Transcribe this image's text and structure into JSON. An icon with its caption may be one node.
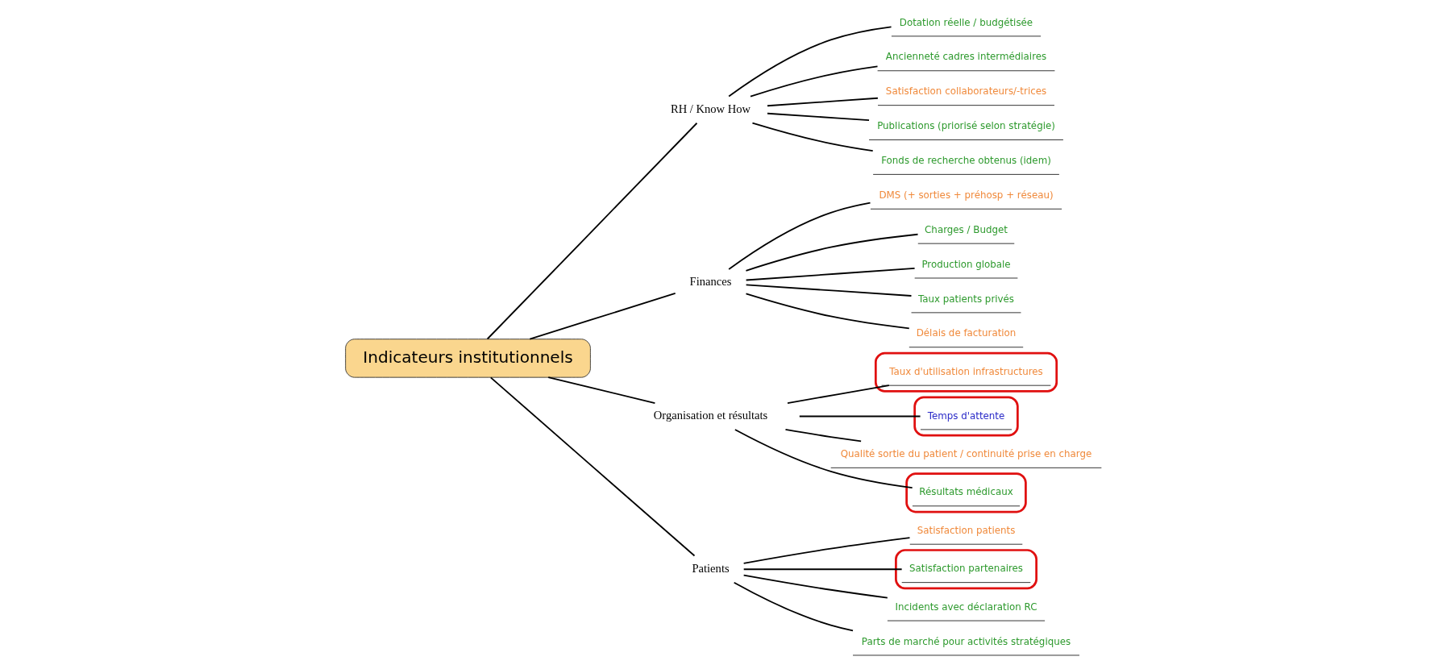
{
  "diagram": {
    "nodes": [
      {
        "text": [
          "Indicateurs institutionnels"
        ]
      },
      {
        "text": [
          "RH / Know How"
        ]
      },
      {
        "text": [
          "Dotation réelle / budgétisée"
        ]
      },
      {
        "text": [
          "Ancienneté cadres intermédiaires"
        ]
      },
      {
        "text": [
          "Satisfaction collaborateurs/-trices"
        ]
      },
      {
        "text": [
          "Publications (priorisé selon stratégie)"
        ]
      },
      {
        "text": [
          "Fonds de recherche obtenus (idem)"
        ]
      },
      {
        "text": [
          "Finances"
        ]
      },
      {
        "text": [
          "DMS (+ sorties + préhosp + réseau)"
        ]
      },
      {
        "text": [
          "Charges / Budget"
        ]
      },
      {
        "text": [
          "Production globale"
        ]
      },
      {
        "text": [
          "Taux patients privés"
        ]
      },
      {
        "text": [
          "Délais de facturation"
        ]
      },
      {
        "text": [
          "Organisation et résultats"
        ]
      },
      {
        "text": [],
        "shape": "box"
      },
      {
        "text": [
          "Taux d'utilisation infrastructures"
        ],
        "in": 14
      },
      {
        "text": [],
        "shape": "box"
      },
      {
        "text": [
          "Temps d'attente"
        ],
        "in": 16
      },
      {
        "text": [
          "Qualité sortie du patient / continuité prise en charge"
        ]
      },
      {
        "text": [],
        "shape": "box"
      },
      {
        "text": [
          "Résultats médicaux"
        ],
        "in": 19
      },
      {
        "text": [
          "Patients"
        ]
      },
      {
        "text": [
          "Satisfaction patients"
        ]
      },
      {
        "text": [],
        "shape": "box"
      },
      {
        "text": [
          "Satisfaction partenaires"
        ],
        "in": 23
      },
      {
        "text": [
          "Incidents avec déclaration RC"
        ]
      },
      {
        "text": [
          "Parts de marché pour activités stratégiques"
        ]
      }
    ],
    "edges": [
      {
        "from": 0,
        "to": 1,
        "arrow": "none"
      },
      {
        "from": 1,
        "to": 2,
        "arrow": "none"
      },
      {
        "from": 1,
        "to": 3,
        "arrow": "none"
      },
      {
        "from": 1,
        "to": 4,
        "arrow": "none"
      },
      {
        "from": 1,
        "to": 5,
        "arrow": "none"
      },
      {
        "from": 1,
        "to": 6,
        "arrow": "none"
      },
      {
        "from": 0,
        "to": 7,
        "arrow": "none"
      },
      {
        "from": 7,
        "to": 8,
        "arrow": "none"
      },
      {
        "from": 7,
        "to": 9,
        "arrow": "none"
      },
      {
        "from": 7,
        "to": 10,
        "arrow": "none"
      },
      {
        "from": 7,
        "to": 11,
        "arrow": "none"
      },
      {
        "from": 7,
        "to": 12,
        "arrow": "none"
      },
      {
        "from": 0,
        "to": 13,
        "arrow": "none"
      },
      {
        "from": 13,
        "to": 15,
        "arrow": "none"
      },
      {
        "from": 13,
        "to": 17,
        "arrow": "none"
      },
      {
        "from": 13,
        "to": 18,
        "arrow": "none"
      },
      {
        "from": 13,
        "to": 20,
        "arrow": "none"
      },
      {
        "from": 0,
        "to": 21,
        "arrow": "none"
      },
      {
        "from": 21,
        "to": 22,
        "arrow": "none"
      },
      {
        "from": 21,
        "to": 24,
        "arrow": "none"
      },
      {
        "from": 21,
        "to": 25,
        "arrow": "none"
      },
      {
        "from": 21,
        "to": 26,
        "arrow": "none"
      }
    ]
  }
}
